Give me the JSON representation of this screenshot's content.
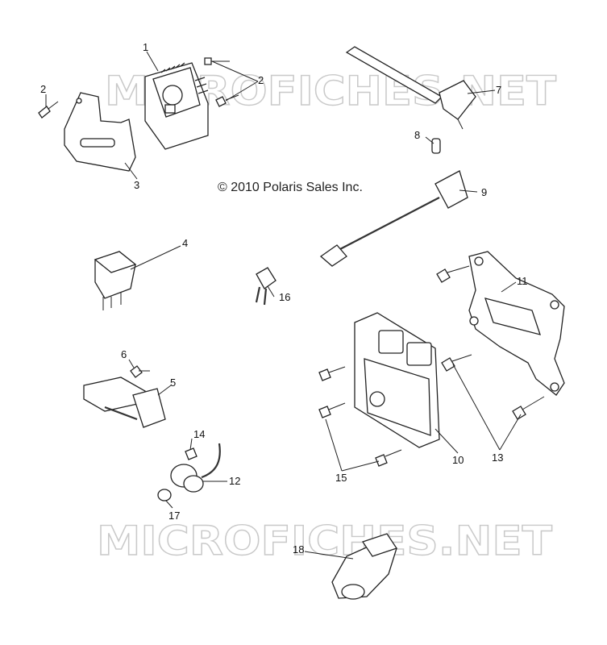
{
  "watermark": "MICROFICHES.NET",
  "copyright": "© 2010 Polaris Sales Inc.",
  "callouts": {
    "c1": "1",
    "c2a": "2",
    "c2b": "2",
    "c3": "3",
    "c4": "4",
    "c5": "5",
    "c6": "6",
    "c7": "7",
    "c8": "8",
    "c9": "9",
    "c10": "10",
    "c11": "11",
    "c12": "12",
    "c13": "13",
    "c14": "14",
    "c15": "15",
    "c16": "16",
    "c17": "17",
    "c18": "18"
  }
}
